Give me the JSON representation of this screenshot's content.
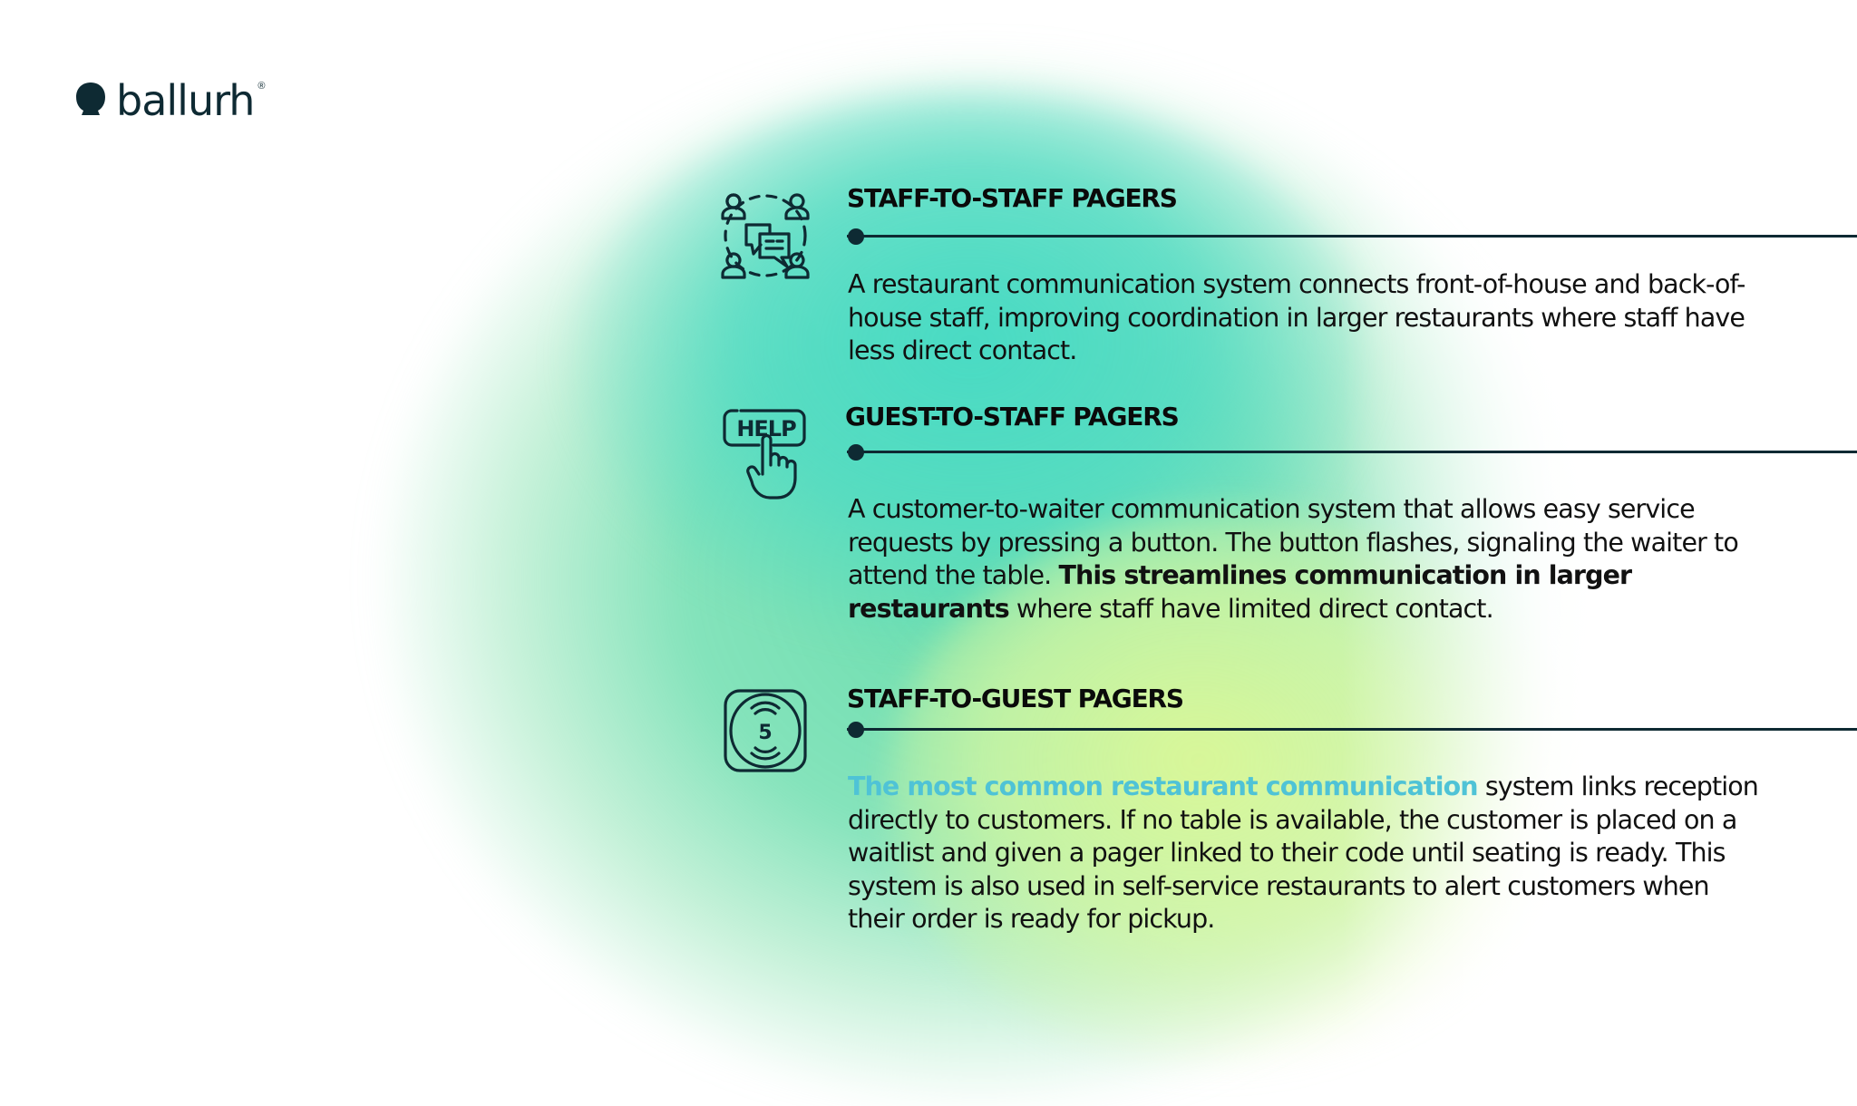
{
  "brand": {
    "name": "ballurh",
    "registered_mark": "®",
    "logo_icon": "speech-head-icon",
    "color": "#0e2a33"
  },
  "theme": {
    "accent": "#4fc3d6",
    "ink": "#0e2a33",
    "gradient_colors": [
      "#4ddbc4",
      "#9ee6b8",
      "#d8f7a0"
    ]
  },
  "sections": [
    {
      "icon": "staff-group-chat-icon",
      "title": "STAFF-TO-STAFF PAGERS",
      "body": {
        "text": "A restaurant communication system connects front-of-house and back-of-house staff, improving coordination in larger restaurants where staff have less direct contact."
      }
    },
    {
      "icon": "help-button-hand-icon",
      "icon_label": "HELP",
      "title": "GUEST-TO-STAFF PAGERS",
      "body": {
        "pre": "A customer-to-waiter communication system that allows easy service requests by pressing a button. The button flashes, signaling the waiter to attend the table. ",
        "bold": "This streamlines communication in larger restaurants",
        "post": " where staff have limited direct contact."
      }
    },
    {
      "icon": "pager-device-icon",
      "icon_label": "5",
      "title": "STAFF-TO-GUEST PAGERS",
      "body": {
        "accent": "The most common restaurant communication",
        "post": " system links reception directly to customers. If no table is available, the customer is placed on a waitlist and given a pager linked to their code until seating is ready. This system is also used in self-service restaurants to alert customers when their order is ready for pickup."
      }
    }
  ]
}
